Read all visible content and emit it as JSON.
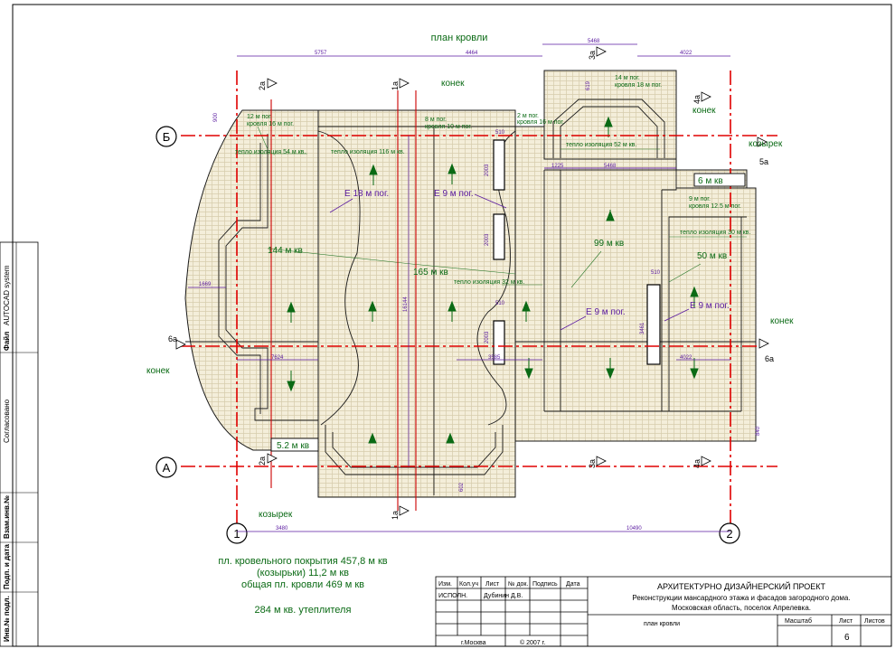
{
  "title": "план кровли",
  "axes": {
    "b": "Б",
    "a": "А",
    "n1": "1",
    "n2": "2"
  },
  "sections": {
    "s2a_top": "2а",
    "s1a_top": "1а",
    "s3a_top": "3а",
    "s4a_top": "4а",
    "s5a": "5а",
    "s6a_left": "6а",
    "s6a_right": "6а",
    "s2a_bot": "2а",
    "s1a_bot": "1а",
    "s3a_bot": "3а",
    "s4a_bot": "4а"
  },
  "dims": {
    "d5757": "5757",
    "d4464": "4464",
    "d5468_top": "5468",
    "d4022_top": "4022",
    "d5468_mid": "5468",
    "d4022_mid": "4022",
    "d3480": "3480",
    "d10490": "10490",
    "d7624": "7624",
    "d3585": "3585",
    "d16144": "16144",
    "d1669": "1669",
    "d900": "900",
    "d1225": "1225",
    "d2003a": "2003",
    "d2003b": "2003",
    "d2003c": "2003",
    "d510a": "510",
    "d510b": "510",
    "d510c": "510",
    "d619": "619",
    "d840": "840",
    "d3461": "3461",
    "d602": "602"
  },
  "labels": {
    "ridge_top": "конек",
    "ridge_right_top": "конек",
    "ridge_right": "конек",
    "ridge_left": "конек",
    "canopy_right": "козырек",
    "canopy_left": "козырек",
    "l12m": "12 м пог.",
    "l16m": "кровля 16 м пог.",
    "l8m": "8 м пог.",
    "l10m": "кровля 10 м пог.",
    "l2m": "2 м пог.",
    "l16m_b": "кровля 16 м пог.",
    "l14m": "14 м пог.",
    "l18m": "кровля 18 м пог.",
    "l9m": "9 м пог.",
    "l12_5m": "кровля 12.5 м пог.",
    "ins54": "тепло изоляция 54 м кв.",
    "ins116": "тепло изоляция 116 м кв.",
    "ins52": "тепло изоляция 52 м кв.",
    "ins30": "тепло изоляция 30 м кв.",
    "ins32": "тепло изоляция 32 м кв.",
    "e18": "Е 18 м пог.",
    "e9a": "Е 9 м пог.",
    "e9b": "Е 9 м пог.",
    "e9c": "Е 9 м пог.",
    "a144": "144 м кв",
    "a165": "165 м кв",
    "a99": "99 м кв",
    "a50": "50 м кв",
    "a6": "6 м кв",
    "a5_2": "5.2 м кв"
  },
  "summary": {
    "line1": "пл. кровельного покрытия  457,8 м кв",
    "line2": "(козырьки)  11,2 м кв",
    "line3": "общая пл. кровли 469 м кв",
    "line4": "284 м кв. утеплителя"
  },
  "side_stamp": {
    "autocad": "AUTOCAD system",
    "file": "Файл",
    "agreed": "Согласовано",
    "inv_zam": "Взам.инв.№",
    "sign_date": "Подп. и дата",
    "inv_podl": "Инв.№ подл."
  },
  "title_block": {
    "h_izm": "Изм.",
    "h_kol": "Кол.уч",
    "h_list": "Лист",
    "h_doc": "№ док.",
    "h_sign": "Подпись",
    "h_date": "Дата",
    "role": "ИСПОЛН.",
    "author": "Дубинин Д.В.",
    "project_title": "АРХИТЕКТУРНО ДИЗАЙНЕРСКИЙ ПРОЕКТ",
    "project_sub": "Реконструкции мансардного этажа и фасадов загородного дома.",
    "project_loc": "Московская область, поселок Апрелевка.",
    "sheet_name": "план кровли",
    "scale_h": "Масштаб",
    "sheet_h": "Лист",
    "sheets_h": "Листов",
    "sheet_no": "6",
    "city": "г.Москва",
    "copyright": "© 2007 г."
  }
}
